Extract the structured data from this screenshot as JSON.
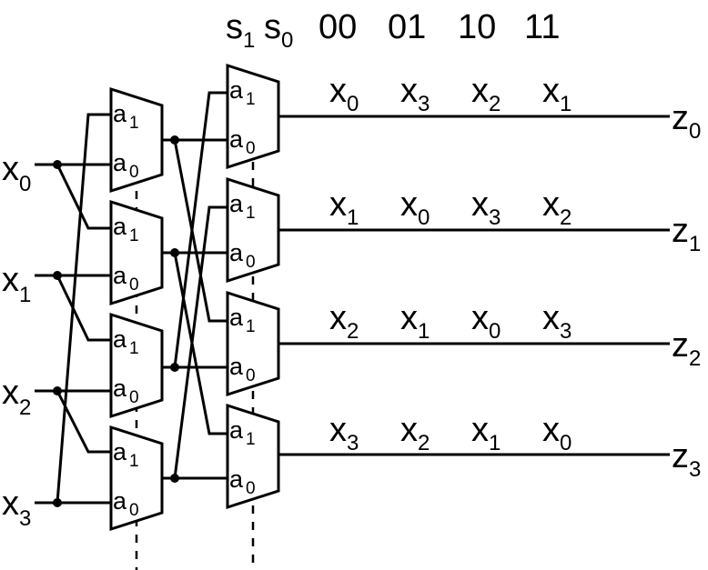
{
  "select": {
    "label": "s",
    "bits": [
      "1",
      "0"
    ],
    "codes": [
      "00",
      "01",
      "10",
      "11"
    ]
  },
  "inputs": [
    {
      "base": "x",
      "sub": "0"
    },
    {
      "base": "x",
      "sub": "1"
    },
    {
      "base": "x",
      "sub": "2"
    },
    {
      "base": "x",
      "sub": "3"
    }
  ],
  "outputs": [
    {
      "base": "z",
      "sub": "0"
    },
    {
      "base": "z",
      "sub": "1"
    },
    {
      "base": "z",
      "sub": "2"
    },
    {
      "base": "z",
      "sub": "3"
    }
  ],
  "mux_ports": {
    "top": {
      "base": "a",
      "sub": "1"
    },
    "bottom": {
      "base": "a",
      "sub": "0"
    }
  },
  "routing_table": [
    [
      "0",
      "3",
      "2",
      "1"
    ],
    [
      "1",
      "0",
      "3",
      "2"
    ],
    [
      "2",
      "1",
      "0",
      "3"
    ],
    [
      "3",
      "2",
      "1",
      "0"
    ]
  ],
  "routing_symbol": "x"
}
